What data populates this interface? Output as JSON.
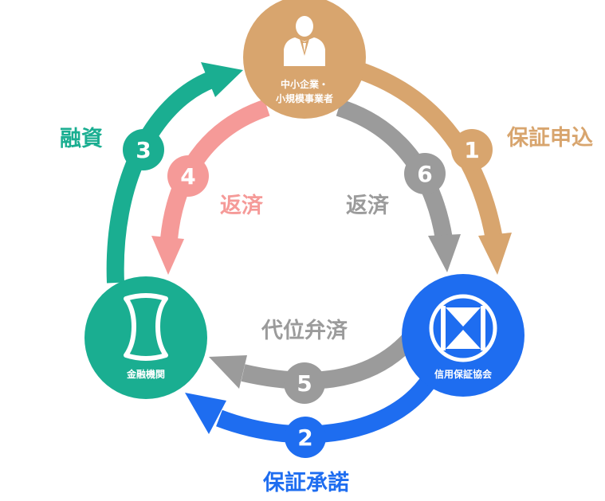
{
  "colors": {
    "tan": "#D8A56E",
    "gray": "#9B9B9B",
    "pink": "#F59A98",
    "teal": "#1AAE91",
    "blue": "#1E6DF0",
    "white": "#ffffff"
  },
  "nodes": {
    "sme": {
      "line1": "中小企業・",
      "line2": "小規模事業者",
      "icon": "businessman-icon"
    },
    "bank": {
      "label": "金融機関",
      "icon": "bank-logo-icon"
    },
    "guarantee": {
      "label": "信用保証協会",
      "icon": "guarantee-association-logo-icon"
    }
  },
  "steps": {
    "s1": {
      "number": "1",
      "label": "保証申込"
    },
    "s2": {
      "number": "2",
      "label": "保証承諾"
    },
    "s3": {
      "number": "3",
      "label": "融資"
    },
    "s4": {
      "number": "4",
      "label": "返済"
    },
    "s5": {
      "number": "5",
      "label": "代位弁済"
    },
    "s6": {
      "number": "6",
      "label": "返済"
    }
  }
}
